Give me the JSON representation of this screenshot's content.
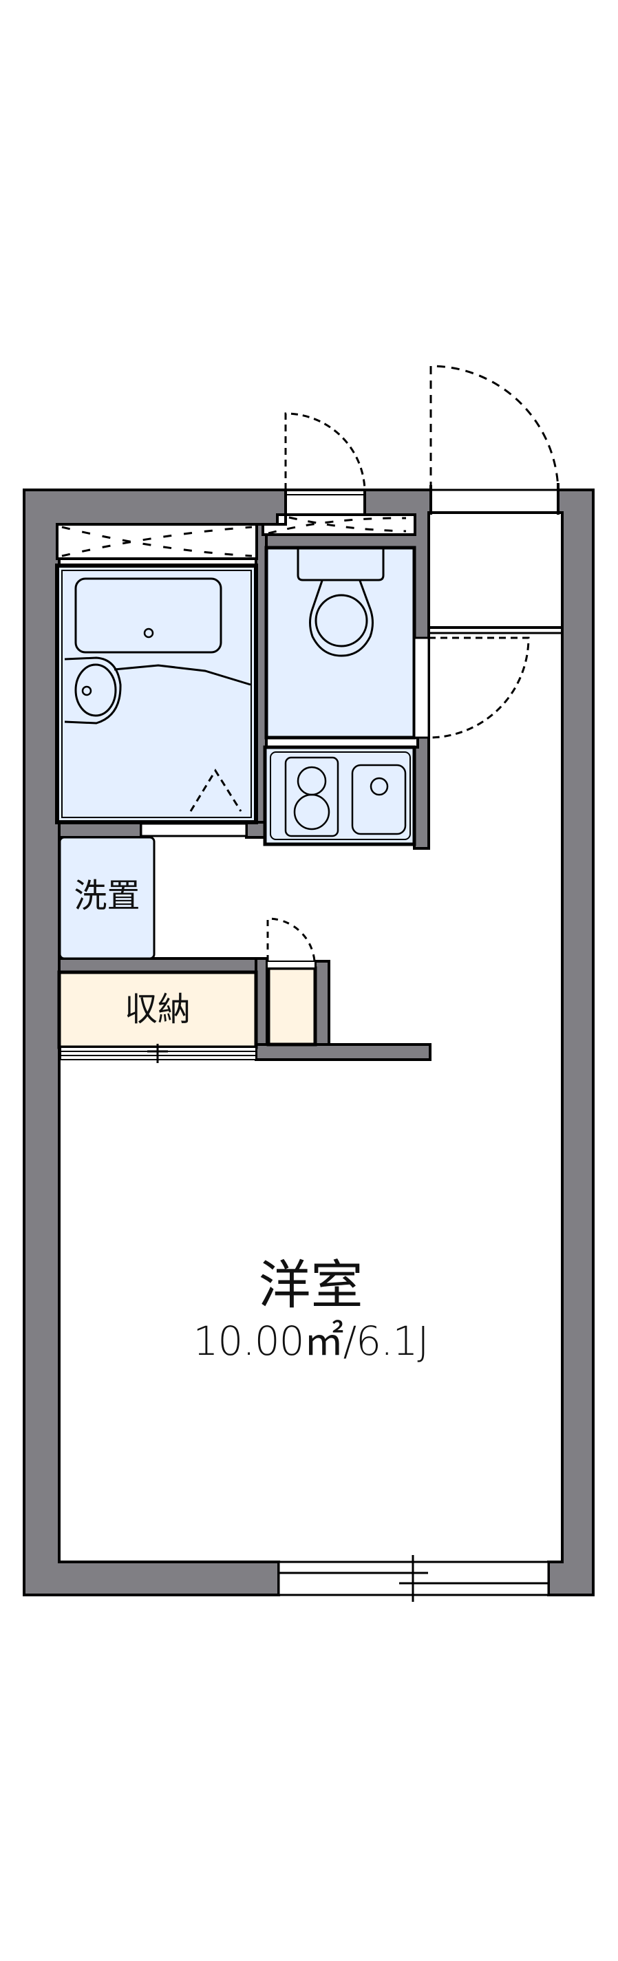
{
  "floorplan": {
    "colors": {
      "wall": "#807f84",
      "wet_area": "#e4efff",
      "storage": "#fff4e2",
      "line": "#000000",
      "background": "#ffffff"
    },
    "rooms": {
      "western_room": {
        "name": "洋室",
        "area": "10.00㎡/6.1J"
      },
      "washer_space": {
        "name": "洗置"
      },
      "storage": {
        "name": "収納"
      }
    },
    "fixtures": [
      "unit-bath-tub",
      "washbasin",
      "toilet",
      "two-burner-stove",
      "kitchen-sink",
      "shoe-closet",
      "entrance-door",
      "balcony-window"
    ]
  }
}
